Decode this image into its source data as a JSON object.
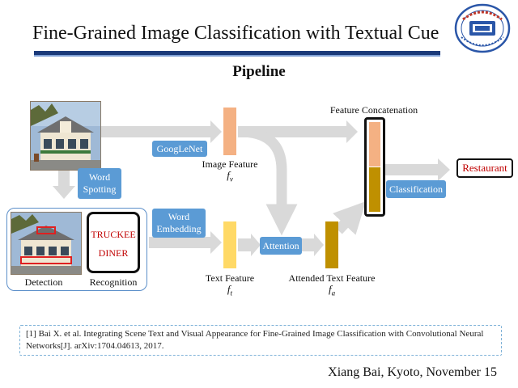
{
  "slide": {
    "title": "Fine-Grained Image Classification with Textual Cue",
    "heading": "Pipeline"
  },
  "diagram": {
    "nodes": {
      "word_spotting": "Word\nSpotting",
      "googlenet": "GoogLeNet",
      "word_embedding": "Word\nEmbedding",
      "attention": "Attention",
      "classification": "Classification",
      "result": "Restaurant"
    },
    "labels": {
      "feature_concatenation": "Feature Concatenation",
      "image_feature": "Image Feature",
      "image_feature_symbol": "f",
      "image_feature_sub": "v",
      "text_feature": "Text Feature",
      "text_feature_symbol": "f",
      "text_feature_sub": "t",
      "attended_text_feature": "Attended Text Feature",
      "attended_feature_symbol": "f",
      "attended_feature_sub": "a",
      "detection": "Detection",
      "recognition": "Recognition"
    },
    "recognized_words": [
      "TRUCKEE",
      "DINER"
    ],
    "colors": {
      "arrow": "#d9d9d9",
      "process_box": "#5b9bd5",
      "image_feature": "#f4b183",
      "text_feature": "#ffd966",
      "attended_feature": "#bf9000",
      "result_text": "#c00000",
      "detection_box": "#e02020"
    }
  },
  "reference": "[1] Bai X. et al. Integrating Scene Text and Visual Appearance for Fine-Grained Image Classification with Convolutional Neural Networks[J]. arXiv:1704.04613, 2017.",
  "footer": "Xiang Bai, Kyoto, November 15",
  "logo": {
    "name": "university-seal",
    "text": "华中科技大学 HUAZHONG UNIVERSITY OF SCIENCE AND TECHNOLOGY HUST"
  }
}
